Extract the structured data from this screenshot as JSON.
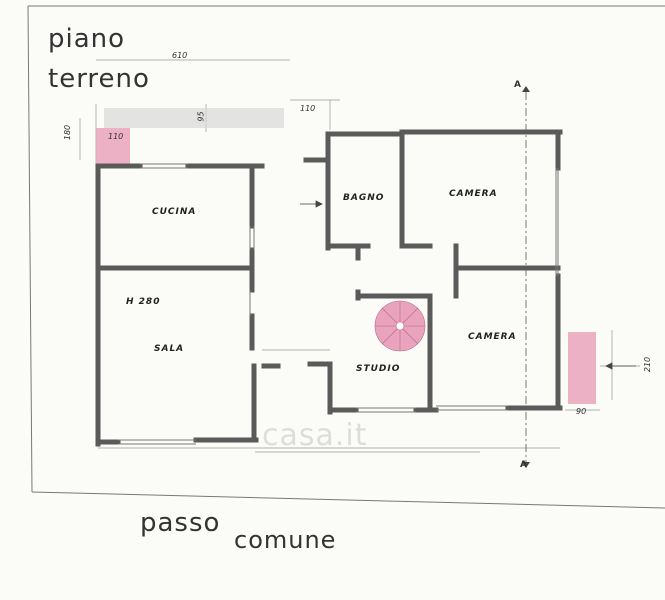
{
  "title": {
    "line1": "piano",
    "line2": "terreno"
  },
  "footer": {
    "word1": "passo",
    "word2": "comune"
  },
  "rooms": {
    "cucina": "CUCINA",
    "sala": "SALA",
    "height": "H 280",
    "bagno": "BAGNO",
    "camera_1": "CAMERA",
    "camera_2": "CAMERA",
    "studio": "STUDIO"
  },
  "dimensions": {
    "d610": "610",
    "d180": "180",
    "d110_left": "110",
    "d95": "95",
    "d110_top": "110",
    "d210": "210",
    "d90": "90"
  },
  "section_marks": {
    "top": "A",
    "bottom": "A"
  },
  "watermark": "casa.it",
  "colors": {
    "wall": "#5a5a5a",
    "accent_pink": "#e9a3bc",
    "paper": "#fbfbf8",
    "frame": "#777777"
  }
}
